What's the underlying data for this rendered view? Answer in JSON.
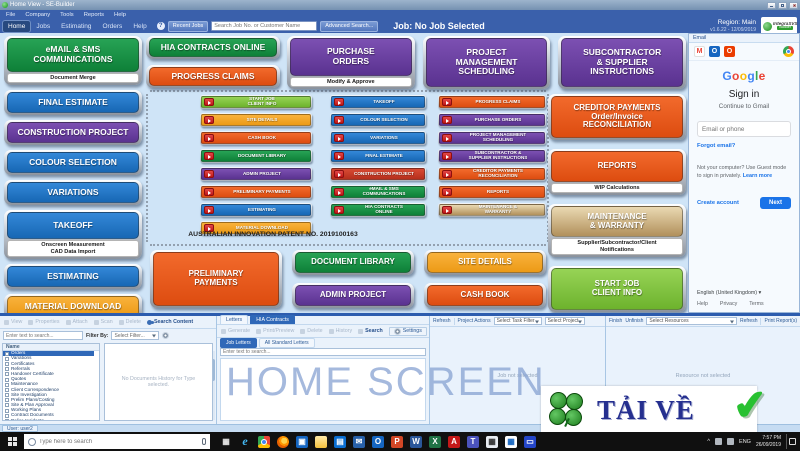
{
  "icons": {
    "help": "?",
    "check": "✔",
    "caret_up": "^"
  },
  "window": {
    "title": "Home View - SE-Builder"
  },
  "menu": [
    "File",
    "Company",
    "Tools",
    "Reports",
    "Help"
  ],
  "nav": {
    "tabs": [
      "Home",
      "Jobs",
      "Estimating",
      "Orders",
      "Help"
    ],
    "recent_jobs": "Recent Jobs",
    "search_placeholder": "Search Job No. or Customer Name",
    "advanced_search": "Advanced Search...",
    "job": "Job: No Job Selected",
    "region": "Region: Main",
    "version": "v1.6.22 - 12/09/2019",
    "logo_brand": "IntegraSVS",
    "logo_tag": "Builder"
  },
  "main": {
    "left": [
      {
        "label": "eMAIL & SMS\nCOMMUNICATIONS",
        "sub": "Document Merge",
        "color": "green",
        "cls": "tall"
      },
      {
        "label": "FINAL ESTIMATE",
        "color": "blue"
      },
      {
        "label": "CONSTRUCTION PROJECT",
        "color": "purple"
      },
      {
        "label": "COLOUR SELECTION",
        "color": "blue"
      },
      {
        "label": "VARIATIONS",
        "color": "blue"
      },
      {
        "label": "TAKEOFF",
        "sub": "Onscreen Measurement\nCAD Data Import",
        "color": "blue",
        "cls": "tall fz10"
      },
      {
        "label": "ESTIMATING",
        "color": "blue"
      },
      {
        "label": "MATERIAL DOWNLOAD",
        "color": "gold"
      }
    ],
    "top_stack": [
      {
        "label": "HIA CONTRACTS ONLINE",
        "color": "green"
      },
      {
        "label": "PROGRESS CLAIMS",
        "color": "orange"
      }
    ],
    "top_row": [
      {
        "label": "PURCHASE\nORDERS",
        "sub": "Modify & Approve",
        "color": "purple",
        "cls": "tr fz10"
      },
      {
        "label": "PROJECT\nMANAGEMENT\nSCHEDULING",
        "color": "purple",
        "cls": "tr"
      },
      {
        "label": "SUBCONTRACTOR\n& SUPPLIER\nINSTRUCTIONS",
        "color": "purple",
        "cls": "tr"
      }
    ],
    "right": [
      {
        "label": "CREDITOR PAYMENTS\nOrder/Invoice\nRECONCILIATION",
        "color": "orange"
      },
      {
        "label": "REPORTS",
        "sub": "WIP Calculations",
        "color": "orange",
        "cls": "fz10"
      },
      {
        "label": "MAINTENANCE\n& WARRANTY",
        "sub": "Supplier/Subcontractor/Client\nNotifications",
        "color": "goldgrad",
        "cls": "tall"
      },
      {
        "label": "START JOB\nCLIENT INFO",
        "color": "lightgreen",
        "cls": "fz10"
      }
    ],
    "bottom": [
      {
        "label": "PRELIMINARY\nPAYMENTS",
        "color": "orange",
        "cls": "big fz10"
      },
      {
        "label": "DOCUMENT LIBRARY",
        "color": "green"
      },
      {
        "label": "ADMIN PROJECT",
        "color": "purple"
      },
      {
        "label": "SITE DETAILS",
        "color": "gold"
      },
      {
        "label": "CASH BOOK",
        "color": "orange"
      }
    ],
    "patent": "AUSTRALIAN INNOVATION PATENT NO. 2019100163"
  },
  "flow": {
    "col1": [
      {
        "label": "START JOB\nCLIENT INFO",
        "color": "lightgreen"
      },
      {
        "label": "SITE DETAILS",
        "color": "gold"
      },
      {
        "label": "CASH BOOK",
        "color": "orange"
      },
      {
        "label": "DOCUMENT LIBRARY",
        "color": "green"
      },
      {
        "label": "ADMIN PROJECT",
        "color": "purple"
      },
      {
        "label": "PRELIMINARY PAYMENTS",
        "color": "orange"
      },
      {
        "label": "ESTIMATING",
        "color": "blue"
      },
      {
        "label": "MATERIAL DOWNLOAD",
        "color": "gold"
      }
    ],
    "col2": [
      {
        "label": "TAKEOFF",
        "color": "blue"
      },
      {
        "label": "COLOUR SELECTION",
        "color": "blue"
      },
      {
        "label": "VARIATIONS",
        "color": "blue"
      },
      {
        "label": "FINAL ESTIMATE",
        "color": "blue"
      },
      {
        "label": "CONSTRUCTION PROJECT",
        "color": "red"
      },
      {
        "label": "eMAIL & SMS\nCOMMUNICATIONS",
        "color": "green"
      },
      {
        "label": "HIA CONTRACTS\nONLINE",
        "color": "green"
      }
    ],
    "col3": [
      {
        "label": "PROGRESS CLAIMS",
        "color": "orange"
      },
      {
        "label": "PURCHASE ORDERS",
        "color": "purple"
      },
      {
        "label": "PROJECT MANAGEMENT\nSCHEDULING",
        "color": "purple"
      },
      {
        "label": "SUBCONTRACTOR &\nSUPPLIER INSTRUCTIONS",
        "color": "purple"
      },
      {
        "label": "CREDITOR PAYMENTS\nRECONCILIATION",
        "color": "orange"
      },
      {
        "label": "REPORTS",
        "color": "orange"
      },
      {
        "label": "MAINTENANCE &\nWARRANTY",
        "color": "goldgrad"
      }
    ]
  },
  "email": {
    "tab": "Email",
    "apps": [
      {
        "name": "gmail-icon",
        "glyph": "M",
        "bg": "#ffffff",
        "fg": "#ea4335",
        "cls": "gmail"
      },
      {
        "name": "outlook-icon",
        "glyph": "O",
        "bg": "#1565c0",
        "fg": "#ffffff"
      },
      {
        "name": "office-icon",
        "glyph": "O",
        "bg": "#eb3c00",
        "fg": "#ffffff"
      },
      {
        "name": "chrome-icon",
        "glyph": "",
        "cls": "chrome endgap"
      }
    ],
    "google_letters": [
      {
        "ch": "G",
        "c": "#4285F4"
      },
      {
        "ch": "o",
        "c": "#EA4335"
      },
      {
        "ch": "o",
        "c": "#FBBC05"
      },
      {
        "ch": "g",
        "c": "#4285F4"
      },
      {
        "ch": "l",
        "c": "#34A853"
      },
      {
        "ch": "e",
        "c": "#EA4335"
      }
    ],
    "signin": "Sign in",
    "subtitle": "Continue to Gmail",
    "placeholder": "Email or phone",
    "forgot": "Forgot email?",
    "guest": "Not your computer? Use Guest mode to sign in privately.",
    "learn": "Learn more",
    "create": "Create account",
    "next": "Next",
    "lang": "English (United Kingdom)",
    "links": [
      "Help",
      "Privacy",
      "Terms"
    ]
  },
  "docs": {
    "toolbar": [
      "View",
      "Properties",
      "Attach",
      "Scan",
      "Delete"
    ],
    "search_content": "Search Content",
    "search_placeholder": "Enter text to search...",
    "filter_label": "Filter By:",
    "filter_value": "Select Filter...",
    "tree_header": "Name",
    "items": [
      "Orders",
      "Variations",
      "Certificates",
      "Referrals",
      "Handover Certificate",
      "Quotes",
      "Maintenance",
      "Client Correspondence",
      "Site Investigation",
      "Prelim Plans/Costing",
      "Site & Plan Approval",
      "Working Plans",
      "Contract Documents",
      "Police Incidents"
    ],
    "empty": "No Documents History for Type selected."
  },
  "letters": {
    "tabs": [
      "Letters",
      "HIA Contracts"
    ],
    "toolbar": [
      "Generate",
      "Print/Preview",
      "Delete",
      "History",
      "Search"
    ],
    "settings": "Settings",
    "subtabs": [
      "Job Letters",
      "All Standard Letters"
    ],
    "search_placeholder": "Enter text to search..."
  },
  "tasks": {
    "filters": [
      "Select Task Filter",
      "Select Project"
    ],
    "refresh": "Refresh",
    "actions": "Project Actions",
    "empty": "Job not selected"
  },
  "resources": {
    "finish": "Finish",
    "unfinish": "Unfinish",
    "select": "Select Resources",
    "refresh": "Refresh",
    "print": "Print Report(s)",
    "empty": "Resource not selected"
  },
  "status": {
    "user": "User: user2"
  },
  "watermark": "HOME SCREEN",
  "overlay": {
    "text": "TẢI VỀ"
  },
  "taskbar": {
    "search_placeholder": "Type here to search",
    "icons": [
      {
        "name": "task-view-icon",
        "glyph": "▦",
        "bg": "transparent",
        "fg": "#e6e6e6"
      },
      {
        "name": "edge-icon",
        "glyph": "e",
        "bg": "transparent",
        "fg": "#44b8f3",
        "cls": "edge"
      },
      {
        "name": "chrome-icon",
        "glyph": "",
        "cls": "chrome"
      },
      {
        "name": "firefox-icon",
        "glyph": "",
        "bg": "radial-gradient(circle at 60% 40%, #ffd24a 0 3px, #ff9500 3px 5px, #e66000 5px)",
        "cls": "circle"
      },
      {
        "name": "photos-icon",
        "glyph": "▣",
        "bg": "#1565c0",
        "fg": "#ffffff"
      },
      {
        "name": "file-explorer-icon",
        "glyph": "",
        "bg": "linear-gradient(#ffe9a8,#f5c13d)"
      },
      {
        "name": "store-icon",
        "glyph": "▤",
        "bg": "#0a6ed1",
        "fg": "#ffffff"
      },
      {
        "name": "mail-icon",
        "glyph": "✉",
        "bg": "#2860a8",
        "fg": "#ffffff"
      },
      {
        "name": "outlook-icon",
        "glyph": "O",
        "bg": "#1565c0",
        "fg": "#ffffff"
      },
      {
        "name": "powerpoint-icon",
        "glyph": "P",
        "bg": "#d24726",
        "fg": "#ffffff"
      },
      {
        "name": "word-icon",
        "glyph": "W",
        "bg": "#2b579a",
        "fg": "#ffffff"
      },
      {
        "name": "excel-icon",
        "glyph": "X",
        "bg": "#217346",
        "fg": "#ffffff"
      },
      {
        "name": "adobe-icon",
        "glyph": "A",
        "bg": "#c41818",
        "fg": "#ffffff"
      },
      {
        "name": "teams-icon",
        "glyph": "T",
        "bg": "#4b53bc",
        "fg": "#ffffff"
      },
      {
        "name": "calculator-icon",
        "glyph": "▦",
        "bg": "#e9edf2",
        "fg": "#333333"
      },
      {
        "name": "calendar-icon",
        "glyph": "▦",
        "bg": "#ffffff",
        "fg": "#1565c0"
      },
      {
        "name": "movies-icon",
        "glyph": "▭",
        "bg": "#2546c8",
        "fg": "#ffffff"
      }
    ],
    "tray": {
      "lang": "ENG",
      "time": "7:57 PM",
      "date": "26/09/2019"
    }
  }
}
